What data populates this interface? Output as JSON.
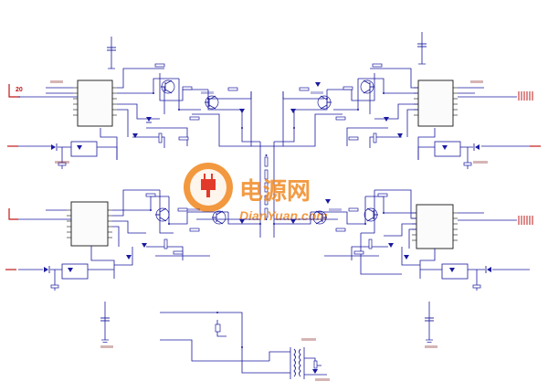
{
  "schematic": {
    "driver_ic_label": "",
    "chip_pin_rows": [
      "",
      "",
      "",
      "",
      "",
      "",
      ""
    ],
    "labels": {
      "top_left_port": "",
      "top_right_port": "",
      "mid_left_port": "",
      "mid_right_port": "",
      "left_input_top": "",
      "left_input_bottom": "",
      "right_input_top": "",
      "right_input_bottom": "",
      "marker_top_left": "20",
      "marker_mid_left": "",
      "center_column": "",
      "bottom_block": ""
    },
    "components": {
      "cap_top_left": "",
      "cap_top_right": "",
      "cap_bottom_left": "",
      "cap_bottom_right": ""
    }
  },
  "watermark": {
    "brand_cn": "电源网",
    "brand_en": "DianYuan.com"
  },
  "colors": {
    "wire": "#1a1aa0",
    "marker": "#c01818",
    "logo_orange": "#f08a24",
    "logo_red": "#e23a2a"
  }
}
